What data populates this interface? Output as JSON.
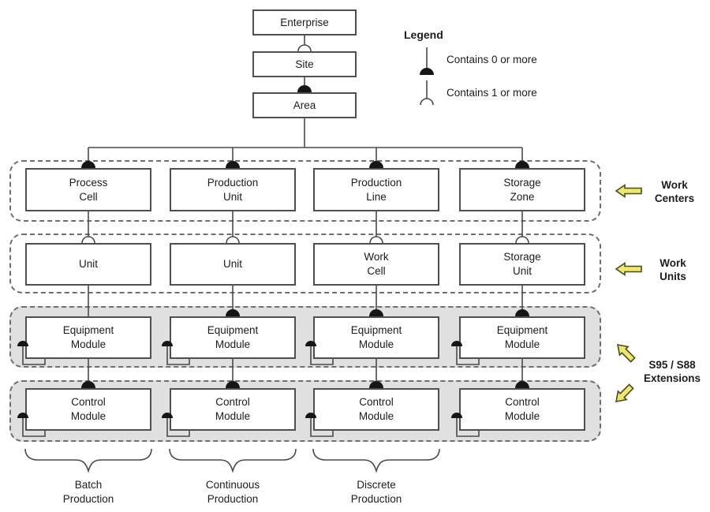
{
  "colors": {
    "arrow_fill": "#ebe86c",
    "arrow_stroke": "#4c4a20",
    "line": "#4a4a4a",
    "band_fill": "#e0e0e0",
    "symbol_fill": "#161616"
  },
  "legend": {
    "title": "Legend",
    "items": [
      {
        "icon": "contains-zero-or-more-symbol",
        "label": "Contains 0 or more"
      },
      {
        "icon": "contains-one-or-more-symbol",
        "label": "Contains 1 or more"
      }
    ]
  },
  "top_chain": {
    "boxes": [
      {
        "label": "Enterprise"
      },
      {
        "label": "Site"
      },
      {
        "label": "Area"
      }
    ]
  },
  "bands": [
    {
      "name": "work-centers",
      "boxes": [
        {
          "lines": [
            "Process",
            "Cell"
          ]
        },
        {
          "lines": [
            "Production",
            "Unit"
          ]
        },
        {
          "lines": [
            "Production",
            "Line"
          ]
        },
        {
          "lines": [
            "Storage",
            "Zone"
          ]
        }
      ],
      "annotation": {
        "lines": [
          "Work",
          "Centers"
        ]
      }
    },
    {
      "name": "work-units",
      "boxes": [
        {
          "lines": [
            "Unit"
          ]
        },
        {
          "lines": [
            "Unit"
          ]
        },
        {
          "lines": [
            "Work",
            "Cell"
          ]
        },
        {
          "lines": [
            "Storage",
            "Unit"
          ]
        }
      ],
      "annotation": {
        "lines": [
          "Work",
          "Units"
        ]
      }
    },
    {
      "name": "equipment-modules",
      "boxes": [
        {
          "lines": [
            "Equipment",
            "Module"
          ]
        },
        {
          "lines": [
            "Equipment",
            "Module"
          ]
        },
        {
          "lines": [
            "Equipment",
            "Module"
          ]
        },
        {
          "lines": [
            "Equipment",
            "Module"
          ]
        }
      ]
    },
    {
      "name": "control-modules",
      "boxes": [
        {
          "lines": [
            "Control",
            "Module"
          ]
        },
        {
          "lines": [
            "Control",
            "Module"
          ]
        },
        {
          "lines": [
            "Control",
            "Module"
          ]
        },
        {
          "lines": [
            "Control",
            "Module"
          ]
        }
      ]
    }
  ],
  "extensions_annotation": {
    "lines": [
      "S95 / S88",
      "Extensions"
    ]
  },
  "braces": [
    {
      "lines": [
        "Batch",
        "Production"
      ]
    },
    {
      "lines": [
        "Continuous",
        "Production"
      ]
    },
    {
      "lines": [
        "Discrete",
        "Production"
      ]
    }
  ]
}
